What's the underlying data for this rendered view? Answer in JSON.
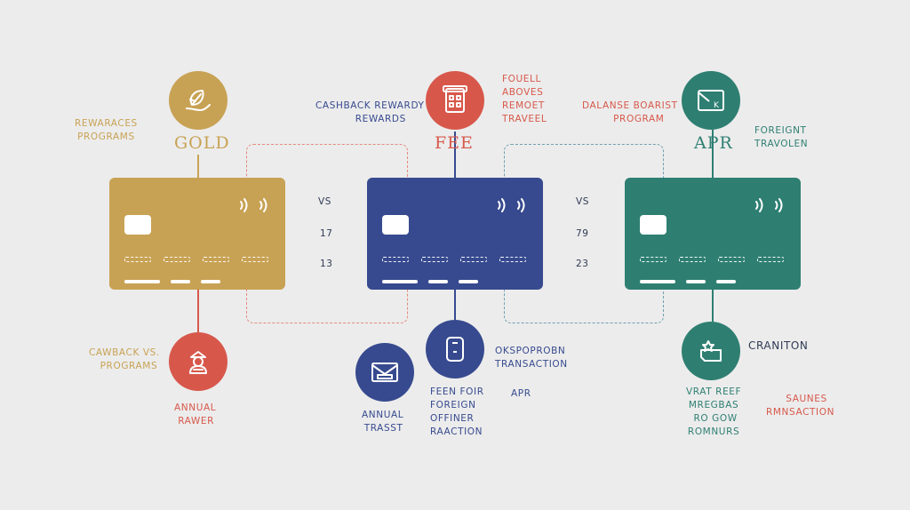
{
  "colors": {
    "gold": "#c8a254",
    "blue": "#374a8f",
    "teal": "#2e7f72",
    "red": "#d7584b"
  },
  "top": {
    "gold_label": [
      "REWARACES",
      "PROGRAMS"
    ],
    "gold_title": "GOLD",
    "gold_icon": "leaf-hand-icon",
    "blue_label": [
      "CASHBACK REWARDY",
      "REWARDS"
    ],
    "fee_title": "FEE",
    "fee_icon": "calculator-icon",
    "red_label": [
      "FOUELL",
      "ABOVES",
      "REMOET",
      "TRAVEEL"
    ],
    "teal_label": [
      "DALANSE BOARIST",
      "PROGRAM"
    ],
    "apr_title": "APR",
    "apr_icon": "card-envelope-icon",
    "teal_right_label": [
      "FOREIGNT",
      "TRAVOLEN"
    ]
  },
  "middle": {
    "vs_1": "VS",
    "num_1a": "17",
    "num_1b": "13",
    "vs_2": "VS",
    "num_2a": "79",
    "num_2b": "23"
  },
  "bottom": {
    "gold_label": [
      "CAWBACK VS.",
      "PROGRAMS"
    ],
    "annual_rawer": [
      "ANNUAL",
      "RAWER"
    ],
    "annual_trasst": [
      "ANNUAL",
      "TRASST"
    ],
    "blue_label": [
      "OKSPOPROBN",
      "TRANSACTION"
    ],
    "apr_small": "APR",
    "fee_label": [
      "FEEN FOIR",
      "FOREIGN",
      "OFFINER",
      "RAACTION"
    ],
    "cranition": "CRANITON",
    "vrat_label": [
      "VRAT REEF",
      "MREGBAS",
      "RO GOW",
      "ROMNURS"
    ],
    "saunes_label": [
      "SAUNES",
      "RMNSACTION"
    ]
  }
}
